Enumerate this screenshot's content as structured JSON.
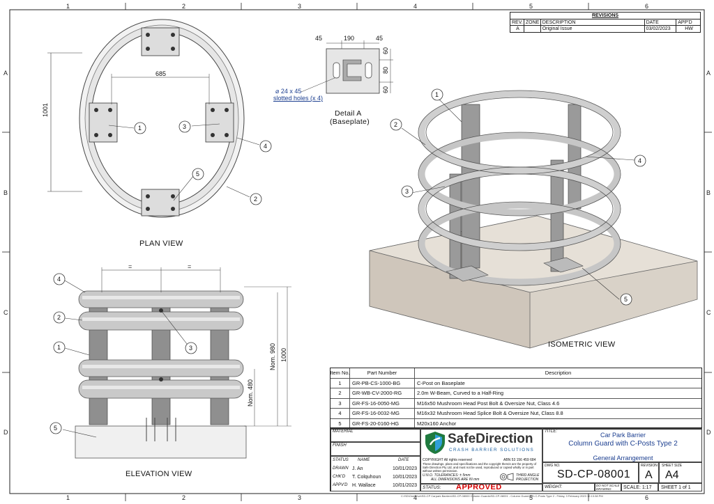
{
  "grid": {
    "columns": [
      "1",
      "2",
      "3",
      "4",
      "5",
      "6"
    ],
    "rows": [
      "A",
      "B",
      "C",
      "D"
    ]
  },
  "revisions": {
    "title": "REVISIONS",
    "headers": [
      "REV.",
      "ZONE",
      "DESCRIPTION",
      "DATE",
      "APP'D"
    ],
    "rows": [
      {
        "rev": "A",
        "zone": "",
        "description": "Original Issue",
        "date": "03/02/2023",
        "appd": "HW"
      }
    ]
  },
  "plan_view": {
    "title": "PLAN VIEW",
    "dim_width": "685",
    "dim_height": "1001",
    "balloons": [
      "1",
      "3",
      "4",
      "2",
      "5"
    ]
  },
  "detail_a": {
    "title_line1": "Detail A",
    "title_line2": "(Baseplate)",
    "dim_left": "45",
    "dim_mid": "190",
    "dim_right": "45",
    "dim_v1": "60",
    "dim_v2": "80",
    "dim_v3": "60",
    "note_line1": "⌀ 24 x 45",
    "note_line2": "slotted holes (x 4)"
  },
  "isometric_view": {
    "title": "ISOMETRIC VIEW",
    "balloons": [
      "1",
      "2",
      "3",
      "4",
      "5"
    ]
  },
  "elevation_view": {
    "title": "ELEVATION VIEW",
    "dim_eq1": "=",
    "dim_eq2": "=",
    "dim_overall": "1000",
    "dim_nom_980": "Nom. 980",
    "dim_nom_480": "Nom. 480",
    "balloons": [
      "4",
      "2",
      "1",
      "3",
      "5"
    ]
  },
  "parts_list": {
    "headers": {
      "item": "Item No.",
      "part": "Part Number",
      "desc": "Description"
    },
    "rows": [
      {
        "item": "1",
        "part": "GR-PB-CS-1000-BG",
        "desc": "C-Post on Baseplate"
      },
      {
        "item": "2",
        "part": "GR-WB-CV-2000-RG",
        "desc": "2.0m W-Beam, Curved to a Half-Ring"
      },
      {
        "item": "3",
        "part": "GR-FS-16-0050-MG",
        "desc": "M16x50 Mushroom Head Post Bolt & Oversize Nut, Class 4.6"
      },
      {
        "item": "4",
        "part": "GR-FS-16-0032-MG",
        "desc": "M16x32 Mushroom Head Splice Bolt & Oversize Nut, Class 8.8"
      },
      {
        "item": "5",
        "part": "GR-FS-20-0160-HG",
        "desc": "M20x160 Anchor"
      }
    ]
  },
  "title_block": {
    "material_label": "MATERIAL",
    "finish_label": "FINISH",
    "status_hdr": "STATUS",
    "name_hdr": "NAME",
    "date_hdr": "DATE",
    "people": [
      {
        "role": "DRAWN",
        "name": "J. An",
        "date": "10/01/2023"
      },
      {
        "role": "CHK'D",
        "name": "T. Colquhoun",
        "date": "10/01/2023"
      },
      {
        "role": "APPV'D",
        "name": "H. Wallace",
        "date": "10/01/2023"
      }
    ],
    "logo_name": "SafeDirection",
    "logo_tagline": "CRASH BARRIER SOLUTIONS",
    "copyright_head": "COPYRIGHT  All rights reserved",
    "abn": "ABN 53 156 459 684",
    "copyright_text": "These drawings, plans and specifications and the copyright therein are the property of Safe Direction Pty Ltd, and must not be used, reproduced or copied wholly or in part without written permission.",
    "tolerances": "U.N.O. TOLERANCES: ± 5mm",
    "dims_note": "ALL DIMENSIONS ARE IN mm",
    "projection": "THIRD ANGLE PROJECTION",
    "status_label": "STATUS:",
    "status_value": "APPROVED",
    "title_label": "TITLE:",
    "title_line1": "Car Park Barrier",
    "title_line2": "Column Guard with C-Posts Type 2",
    "title_line3": "General Arrangement",
    "dwg_label": "DWG NO.",
    "dwg_no": "SD-CP-08001",
    "revision_label": "REVISION",
    "revision": "A",
    "sheet_size_label": "SHEET SIZE",
    "sheet_size": "A4",
    "weight_label": "WEIGHT:",
    "do_not_scale": "DO NOT SCALE DRAWING",
    "scale": "SCALE: 1:17",
    "sheet": "SHEET  1  of  1",
    "file_path": "C:\\SD\\OneDrive\\SD-CP Carpark Barriers\\SD-CP-08000 Column Guards\\SD-CP-08001 - Column Guard with C-Posts Type 2 - Friday, 3 February 2023 12:13:38 PM"
  }
}
